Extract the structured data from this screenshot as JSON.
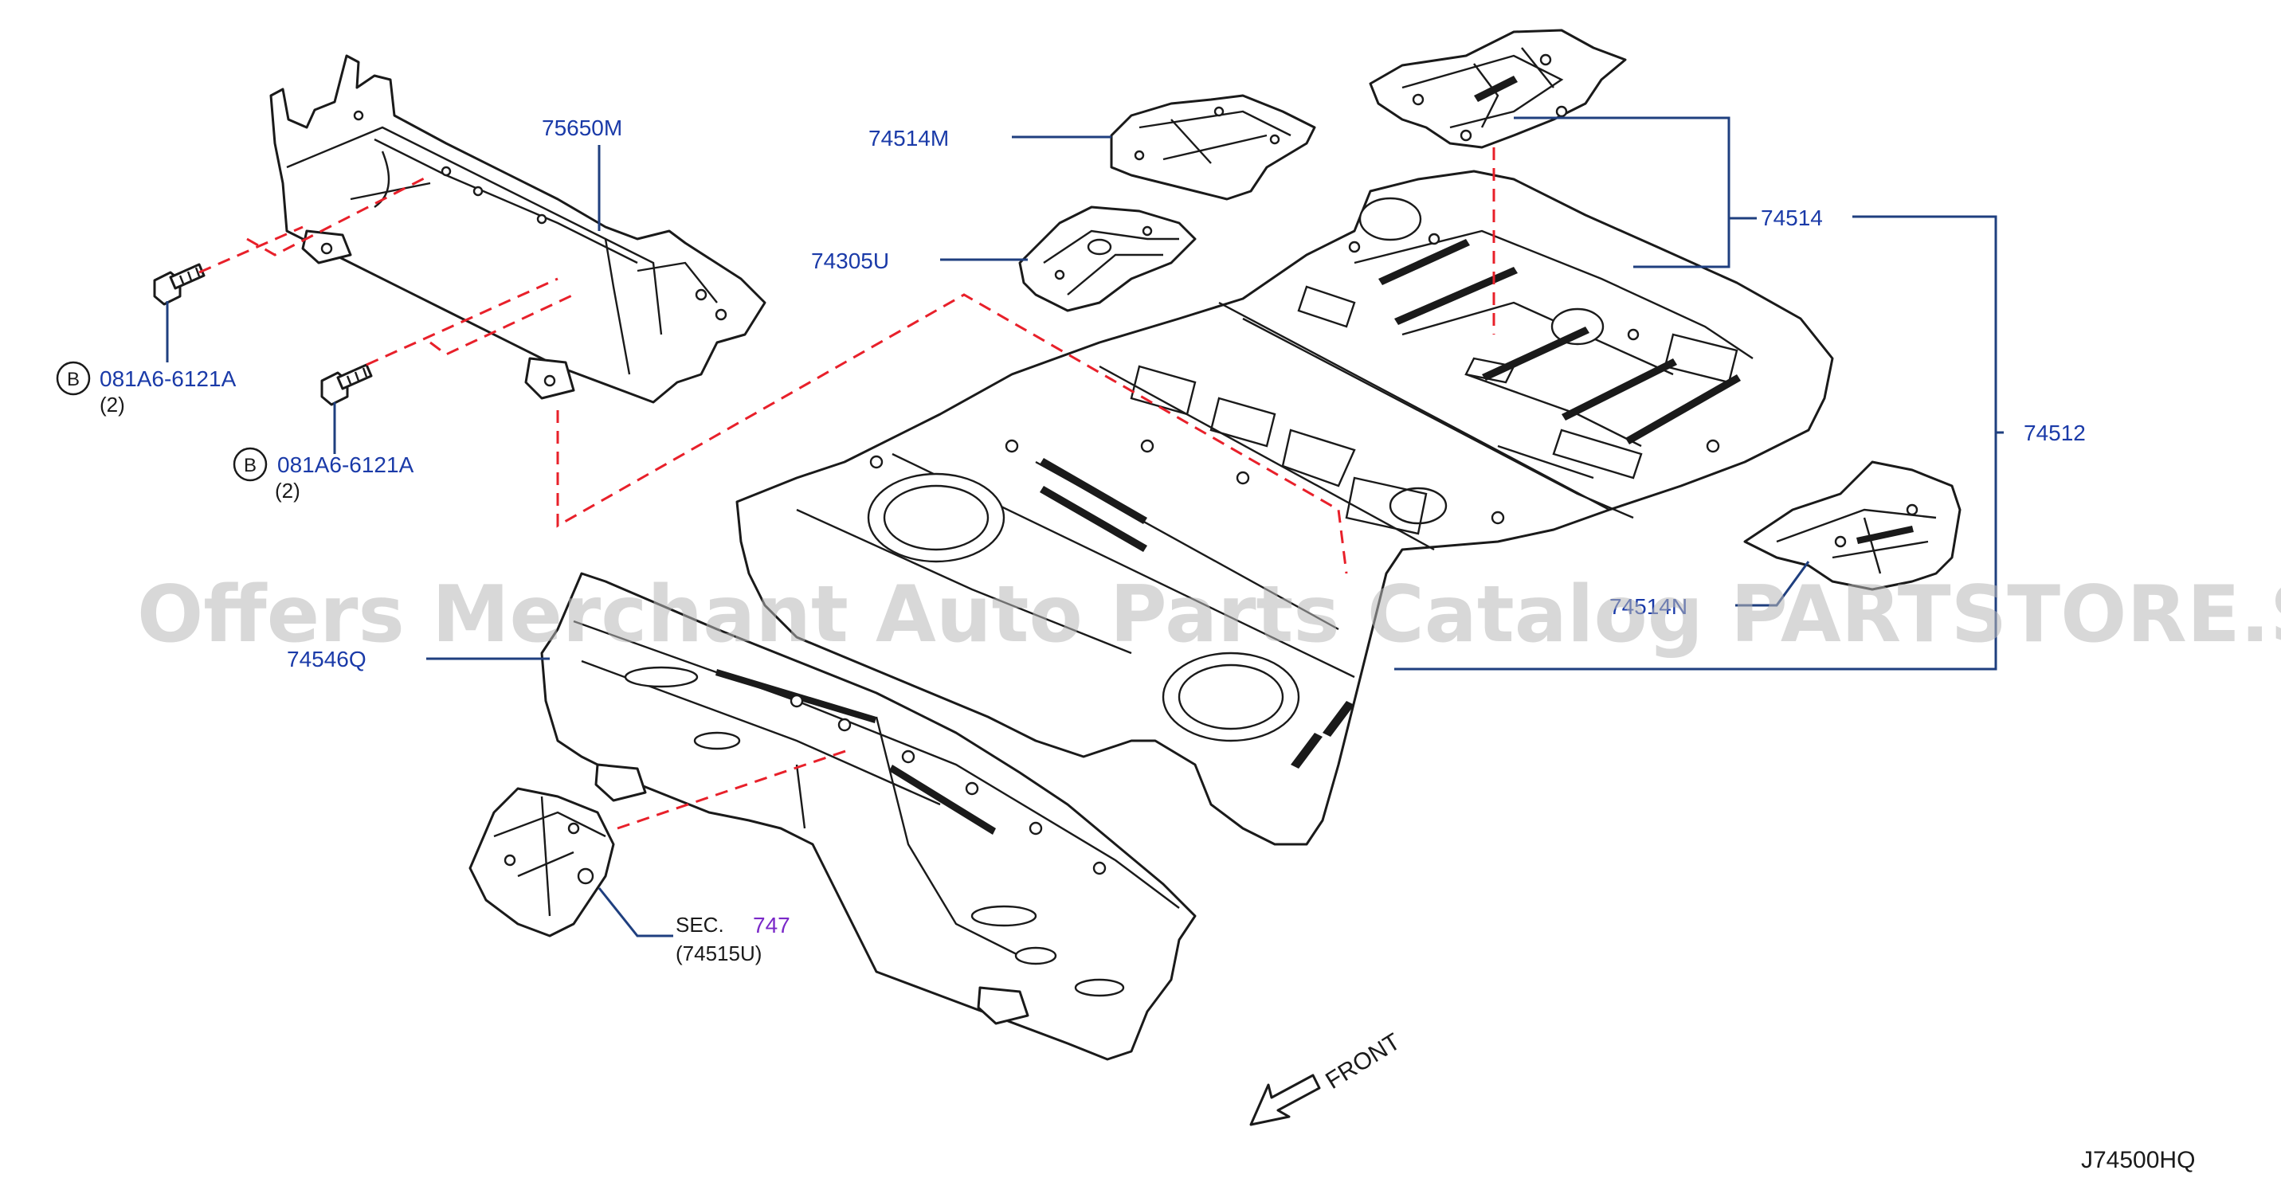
{
  "labels": {
    "p75650M": "75650M",
    "p74514M": "74514M",
    "p74305U": "74305U",
    "p74514": "74514",
    "p74512": "74512",
    "p74514N": "74514N",
    "p74546Q": "74546Q",
    "bolt1": "081A6-6121A",
    "bolt1_qty": "(2)",
    "bolt2": "081A6-6121A",
    "bolt2_qty": "(2)",
    "bolt_marker": "B",
    "sec_prefix": "SEC.",
    "sec_number": "747",
    "sec_part": "(74515U)"
  },
  "front": "FRONT",
  "diagram_code": "J74500HQ",
  "watermark": "Offers Merchant Auto Parts Catalog PARTSTORE.SA",
  "colors": {
    "label_blue": "#1a3aa8",
    "leader_blue": "#1f3f7f",
    "dash_red": "#e8202a",
    "sec_purple": "#7a28c8",
    "line_black": "#1a1a1a"
  }
}
